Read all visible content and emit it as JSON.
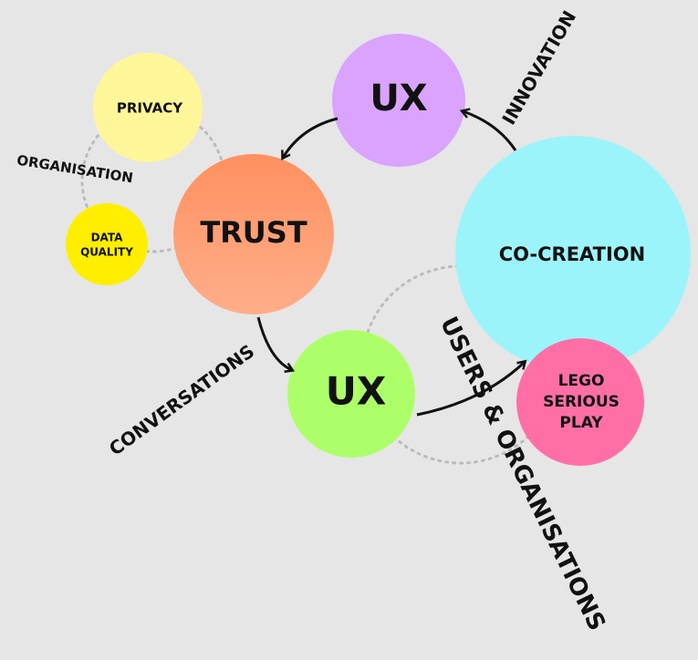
{
  "nodes": {
    "privacy": {
      "label": "PRIVACY",
      "color": "#fff69a"
    },
    "data_quality": {
      "label_line1": "DATA",
      "label_line2": "QUALITY",
      "color": "#ffee00"
    },
    "trust": {
      "label": "TRUST",
      "color": "#ff9a66"
    },
    "ux_top": {
      "label": "UX",
      "color": "#d9a3ff"
    },
    "co_creation": {
      "label": "CO-CREATION",
      "color": "#9cf4fb"
    },
    "ux_bottom": {
      "label": "UX",
      "color": "#adff6a"
    },
    "lego": {
      "label_line1": "LEGO",
      "label_line2": "SERIOUS",
      "label_line3": "PLAY",
      "color": "#ff6fa6"
    }
  },
  "edge_labels": {
    "innovation": "INNOVATION",
    "organisation": "ORGANISATION",
    "conversations": "CONVERSATIONS",
    "users_organisations": "USERS & ORGANISATIONS"
  }
}
